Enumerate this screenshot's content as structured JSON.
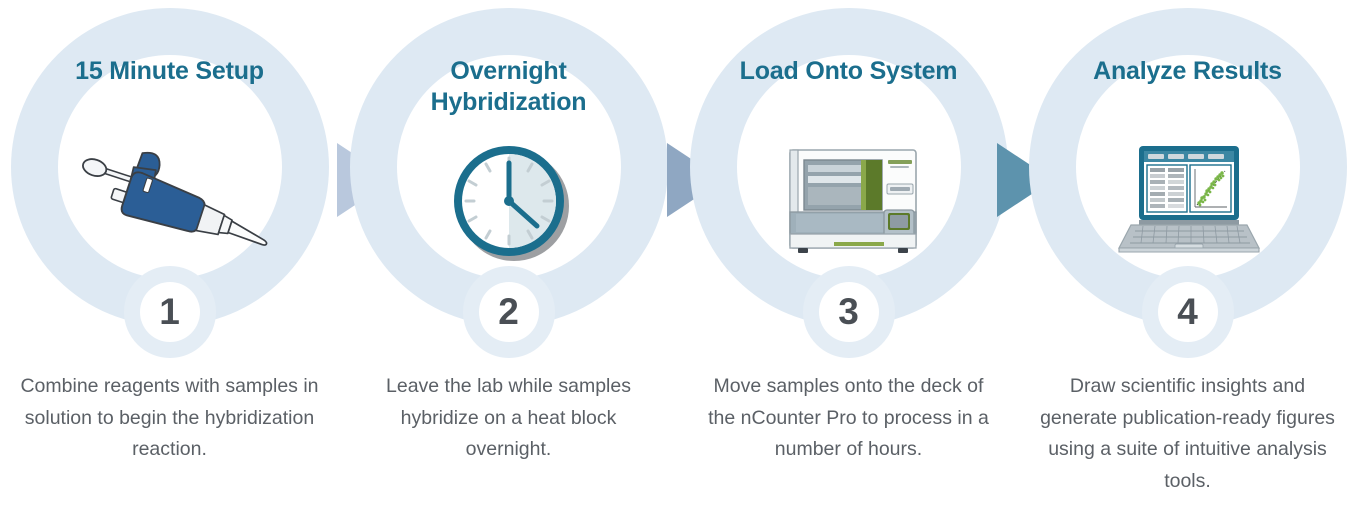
{
  "diagram": {
    "kind": "process-workflow",
    "step_count": 4,
    "colors": {
      "ring": "#dee9f3",
      "title": "#1b6e8d",
      "caption": "#5b6066",
      "badge_ring": "#e4edf5",
      "badge_number": "#4a4f55",
      "pipette_body": "#2b5e96",
      "clock_rim": "#1b6e8d",
      "instrument_green": "#5c7a2a",
      "scatter_points": "#7ab648",
      "background": "#ffffff"
    },
    "arrows": [
      {
        "name": "arrow-step1-to-step2",
        "color": "#b9c8dd"
      },
      {
        "name": "arrow-step2-to-step3",
        "color": "#8fa7c2"
      },
      {
        "name": "arrow-step3-to-step4",
        "color": "#5d93ad"
      }
    ],
    "steps": [
      {
        "number": "1",
        "title": "15 Minute Setup",
        "icon": "pipette-icon",
        "caption": "Combine reagents with samples in solution to begin the hybridization reaction."
      },
      {
        "number": "2",
        "title": "Overnight Hybridization",
        "icon": "clock-icon",
        "caption": "Leave the lab while samples hybridize on a heat block overnight."
      },
      {
        "number": "3",
        "title": "Load Onto System",
        "icon": "ncounter-instrument-icon",
        "caption": "Move samples onto the deck of the nCounter Pro to process in a number of hours."
      },
      {
        "number": "4",
        "title": "Analyze Results",
        "icon": "laptop-analysis-icon",
        "caption": "Draw scientific insights and generate publication-ready figures using a suite of intuitive analysis tools."
      }
    ]
  }
}
